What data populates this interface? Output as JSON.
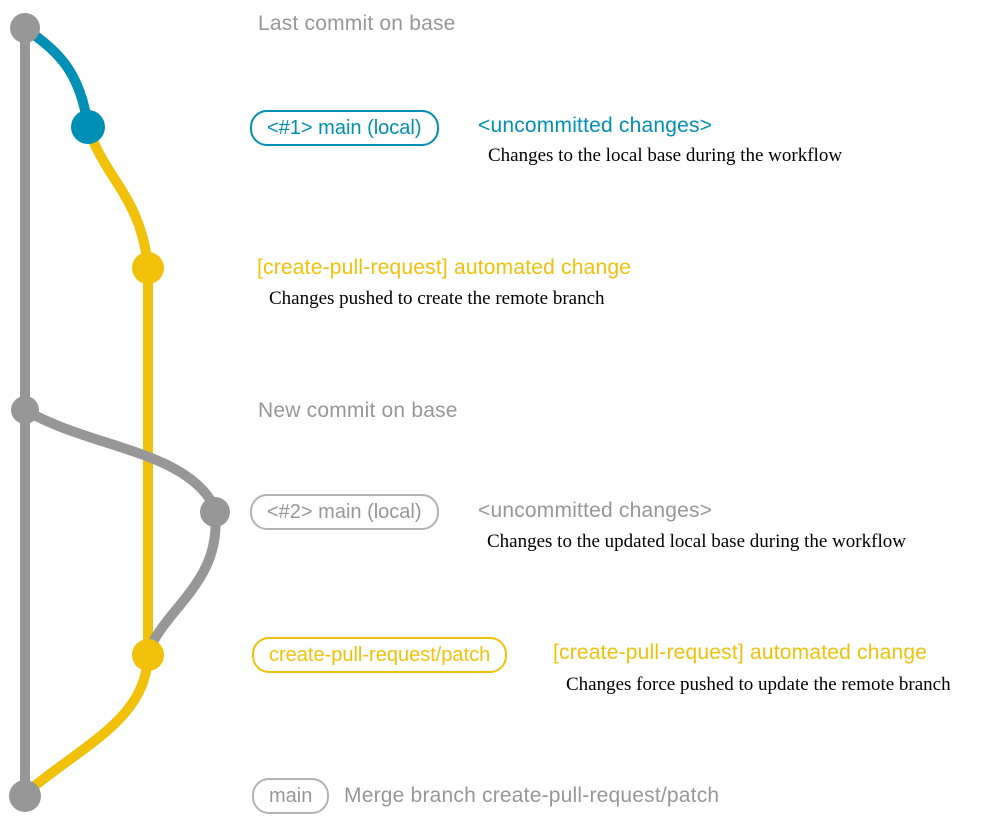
{
  "colors": {
    "gray": "#979797",
    "blue": "#008fb5",
    "yellow": "#f1c109",
    "note": "#000000"
  },
  "graph": {
    "branches": [
      {
        "name": "base",
        "color": "gray"
      },
      {
        "name": "main (local)",
        "color": "blue"
      },
      {
        "name": "create-pull-request/patch",
        "color": "yellow"
      }
    ],
    "commit_dots": [
      "gray",
      "blue",
      "yellow",
      "gray",
      "gray",
      "yellow",
      "gray"
    ]
  },
  "rows": {
    "row1": {
      "message": "Last commit on base"
    },
    "row2": {
      "branch_label": "<#1> main (local)",
      "message": "<uncommitted changes>",
      "note": "Changes to the local base during the workflow"
    },
    "row3": {
      "message": "[create-pull-request] automated change",
      "note": "Changes pushed to create the remote branch"
    },
    "row4": {
      "message": "New commit on base"
    },
    "row5": {
      "branch_label": "<#2> main (local)",
      "message": "<uncommitted changes>",
      "note": "Changes to the updated local base during the workflow"
    },
    "row6": {
      "branch_label": "create-pull-request/patch",
      "message": "[create-pull-request] automated change",
      "note": "Changes force pushed to update the remote branch"
    },
    "row7": {
      "branch_label": "main",
      "message": "Merge branch create-pull-request/patch"
    }
  }
}
